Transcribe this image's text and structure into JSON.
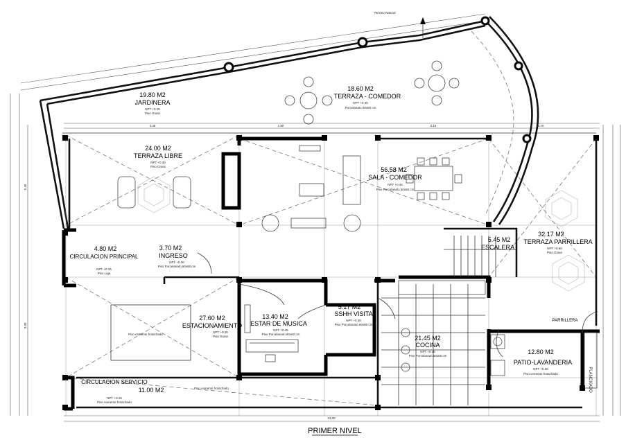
{
  "title": "PRIMER NIVEL",
  "rooms": [
    {
      "id": "jardinera",
      "area": "19.80 M2",
      "name": "JARDINERA",
      "level": "NPT +0.15",
      "finish": "Piso Grass"
    },
    {
      "id": "terraza-comedor",
      "area": "18.60 M2",
      "name": "TERRAZA - COMEDOR",
      "level": "NPT +0.45",
      "finish": "Porcelanato 60x60 cm"
    },
    {
      "id": "terraza-libre",
      "area": "24.00 M2",
      "name": "TERRAZA LIBRE",
      "level": "NPT +0.30",
      "finish": "Piso Grass"
    },
    {
      "id": "sala-comedor",
      "area": "56.58 M2",
      "name": "SALA - COMEDOR",
      "level": "NPT +0.45",
      "finish": "Piso Porcelanato 60x60 cm"
    },
    {
      "id": "circulacion-principal",
      "area": "4.80 M2",
      "name": "CIRCULACION PRINCIPAL",
      "level": "NPT +0.15",
      "finish": "Piso Laja"
    },
    {
      "id": "ingreso",
      "area": "3.70 M2",
      "name": "INGRESO",
      "level": "NPT +0.30",
      "finish": "Piso Porcelanato 60x60 cm"
    },
    {
      "id": "terraza-parrillera",
      "area": "32.17 M2",
      "name": "TERRAZA PARRILLERA",
      "level": "NPT +0.60",
      "finish": "Piso Grass"
    },
    {
      "id": "escalera",
      "area": "5.45 M2",
      "name": "ESCALERA",
      "level": "",
      "finish": ""
    },
    {
      "id": "estacionamiento",
      "area": "27.60 M2",
      "name": "ESTACIONAMIENTO",
      "level": "NPT +0.30",
      "finish": "Piso Grass"
    },
    {
      "id": "estar-musica",
      "area": "13.40 M2",
      "name": "ESTAR DE MUSICA",
      "level": "NPT +0.45",
      "finish": "Piso Porcelanato 60x60 cm"
    },
    {
      "id": "sshh-visita",
      "area": "5.17 M2",
      "name": "SSHH VISITA",
      "level": "NPT +0.45",
      "finish": "Piso Porcelanato 60x60 cm"
    },
    {
      "id": "cocina",
      "area": "21.45 M2",
      "name": "COCINA",
      "level": "NPT +0.45",
      "finish": "Piso Porcelanato 60x60 cm"
    },
    {
      "id": "patio-lavanderia",
      "area": "12.80 M2",
      "name": "PATIO-LAVANDERIA",
      "level": "NPT +0.30",
      "finish": "Piso cemento frotachado"
    },
    {
      "id": "circulacion-servicio",
      "area": "11.00 M2",
      "name": "CIRCULACION SERVICIO",
      "level": "NPT +0.15",
      "finish": "Piso cemento frotachado"
    }
  ],
  "labels": {
    "parrillera": "PARRILLERA",
    "planchado": "PLANCHADO",
    "piso_cemento_1": "Piso cemento frotachado",
    "piso_cemento_2": "Piso cemento frotachado",
    "terreno": "Terreno Natural"
  },
  "dimensions": {
    "bottom_total": "12.00",
    "top_1": "3.45",
    "top_2": "1.80",
    "top_3": "3.15",
    "top_4": "2.70",
    "left_1": "5.45",
    "left_2": "3.90"
  }
}
